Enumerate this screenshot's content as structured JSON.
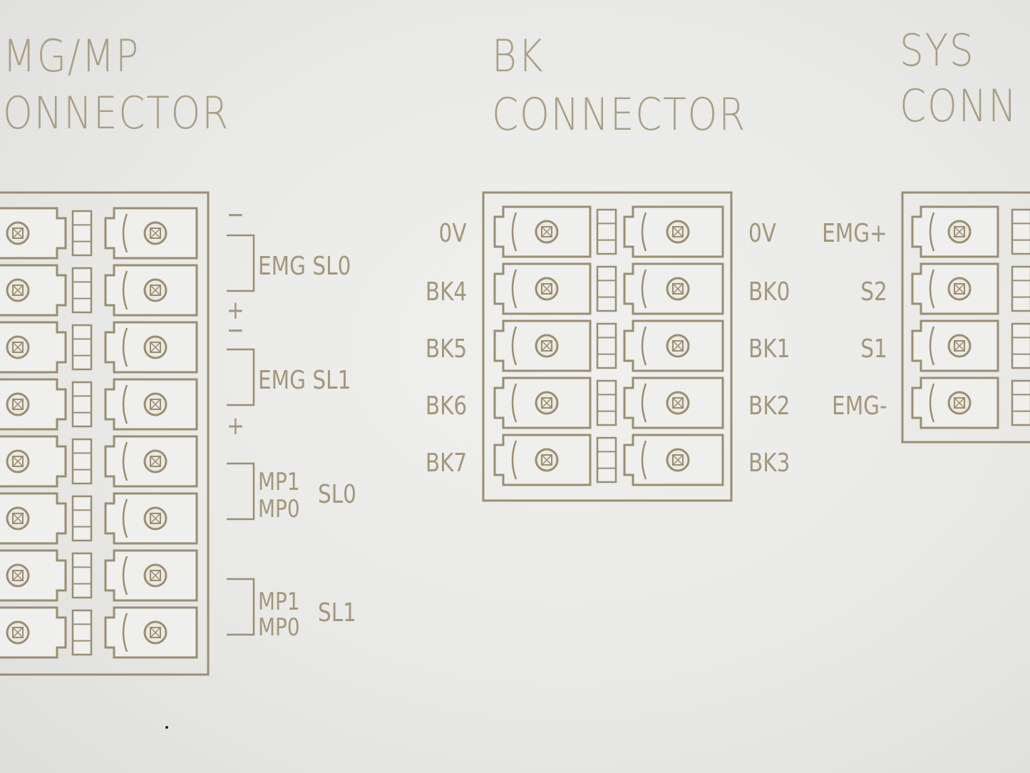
{
  "mgmp": {
    "title_line1": "MG/MP",
    "title_line2": "ONNECTOR",
    "signals": [
      "EMG SL0",
      "EMG SL1",
      "SL0",
      "SL1"
    ],
    "minus": "−",
    "plus": "+",
    "mp1": "MP1",
    "mp0": "MP0"
  },
  "bk": {
    "title_line1": "BK",
    "title_line2": "CONNECTOR",
    "left_labels": [
      "0V",
      "BK4",
      "BK5",
      "BK6",
      "BK7"
    ],
    "right_labels": [
      "0V",
      "BK0",
      "BK1",
      "BK2",
      "BK3"
    ]
  },
  "sys": {
    "title_line1": "SYS",
    "title_line2": "CONN",
    "left_labels": [
      "EMG+",
      "S2",
      "S1",
      "EMG-"
    ]
  },
  "colors": {
    "ink": "#9a8e72",
    "panel": "#ececea"
  }
}
